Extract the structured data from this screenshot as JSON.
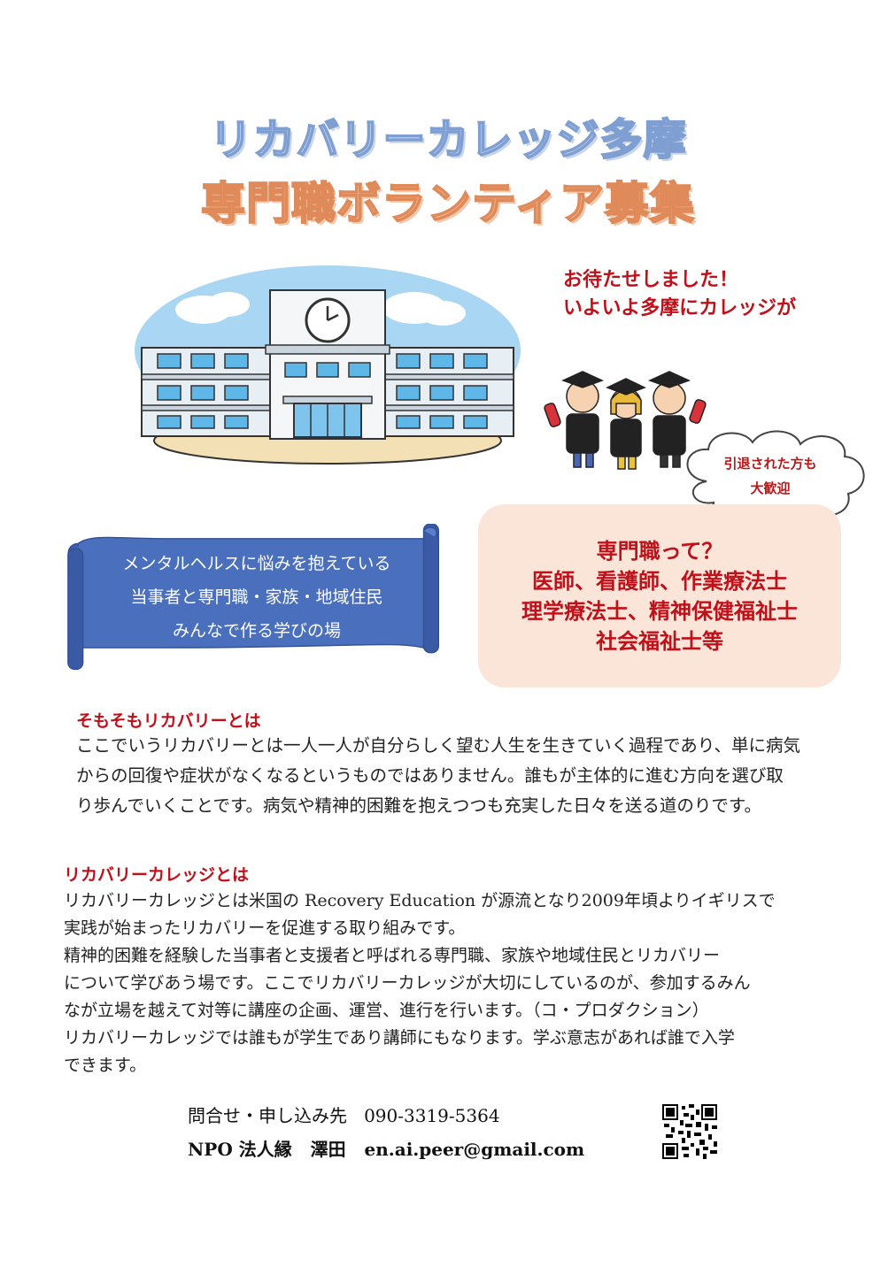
{
  "title": {
    "line1": "リカバリーカレッジ多摩",
    "line2": "専門職ボランティア募集"
  },
  "announcement": {
    "line1": "お待たせしました！",
    "line2": "いよいよ多摩にカレッジが"
  },
  "cloud": {
    "line1": "引退された方も",
    "line2": "大歓迎"
  },
  "banner": {
    "line1": "メンタルヘルスに悩みを抱えている",
    "line2": "当事者と専門職・家族・地域住民",
    "line3": "みんなで作る学びの場"
  },
  "professions": {
    "line1": "専門職って？",
    "line2": "医師、看護師、作業療法士",
    "line3": "理学療法士、精神保健福祉士",
    "line4": "社会福祉士等"
  },
  "section1": {
    "heading": "そもそもリカバリーとは",
    "lines": [
      "ここでいうリカバリーとは一人一人が自分らしく望む人生を生きていく過程であり、単に病気",
      "からの回復や症状がなくなるというものではありません。誰もが主体的に進む方向を選び取",
      "り歩んでいくことです。病気や精神的困難を抱えつつも充実した日々を送る道のりです。"
    ]
  },
  "section2": {
    "heading": "リカバリーカレッジとは",
    "lines": [
      "リカバリーカレッジとは米国の Recovery Education が源流となり2009年頃よりイギリスで",
      "実践が始まったリカバリーを促進する取り組みです。",
      "精神的困難を経験した当事者と支援者と呼ばれる専門職、家族や地域住民とリカバリー",
      "について学びあう場です。ここでリカバリーカレッジが大切にしているのが、参加するみん",
      "なが立場を越えて対等に講座の企画、運営、進行を行います。（コ・プロダクション）",
      "リカバリーカレッジでは誰もが学生であり講師にもなります。学ぶ意志があれば誰で入学",
      "できます。"
    ]
  },
  "contact": {
    "label": "問合せ・申し込み先",
    "phone": "090-3319-5364",
    "org": "NPO 法人縁",
    "person": "澤田",
    "email": "en.ai.peer@gmail.com"
  },
  "colors": {
    "accent_red": "#c0101a",
    "banner_blue": "#4a6fbd",
    "peach": "#fbe5d8"
  }
}
